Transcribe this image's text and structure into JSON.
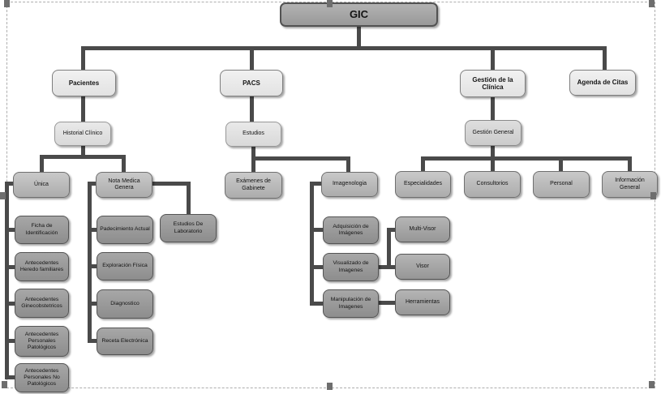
{
  "colors": {
    "connector": "#4a4a4a",
    "root_fill": "#a6a6a6",
    "branch_fill": "#ececec",
    "mid_fill": "#bcbcbc",
    "leaf_fill": "#9a9a9a",
    "selection_border": "#aeaeae"
  },
  "diagram": {
    "root": {
      "label": "GIC"
    },
    "pacientes": {
      "label": "Pacientes",
      "historial_clinico": {
        "label": "Historial Clínico",
        "unica": {
          "label": "Única",
          "items": [
            "Ficha de Identificación",
            "Antecedentes Heredo familiares",
            "Antecedentes Ginecobstetricos",
            "Antecedentes Personales Patológicos",
            "Antecedentes Personales No Patológicos"
          ]
        },
        "nota_medica": {
          "label": "Nota Medica Genera",
          "items": [
            "Padecimiento Actual",
            "Exploración Física",
            "Diagnostico",
            "Receta Electrónica"
          ],
          "estudios_laboratorio": "Estudios De Laboratorio"
        }
      }
    },
    "pacs": {
      "label": "PACS",
      "estudios": {
        "label": "Estudios",
        "examenes_gabinete": "Exámenes de Gabinete",
        "imagenologia": {
          "label": "Imagenologia",
          "items": [
            "Adquisición de Imágenes",
            "Visualizado de Imagenes",
            "Manipulación de Imagenes"
          ],
          "visores": [
            "Multi-Visor",
            "Visor",
            "Herramientas"
          ]
        }
      }
    },
    "gestion_clinica": {
      "label": "Gestión de la Clínica",
      "gestion_general": {
        "label": "Gestión General",
        "items": [
          "Especialidades",
          "Consultorios",
          "Personal",
          "Información General"
        ]
      }
    },
    "agenda": {
      "label": "Agenda de Citas"
    }
  }
}
